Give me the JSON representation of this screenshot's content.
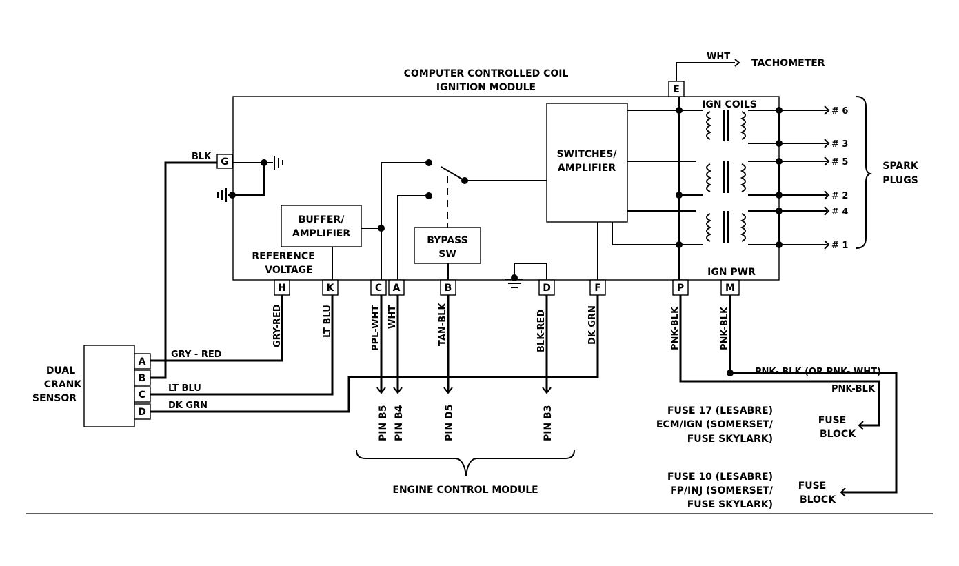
{
  "module": {
    "title_line1": "COMPUTER CONTROLLED COIL",
    "title_line2": "IGNITION MODULE",
    "buffer_line1": "BUFFER/",
    "buffer_line2": "AMPLIFIER",
    "bypass_line1": "BYPASS",
    "bypass_line2": "SW",
    "switches_line1": "SWITCHES/",
    "switches_line2": "AMPLIFIER",
    "ref_line1": "REFERENCE",
    "ref_line2": "VOLTAGE",
    "ign_coils": "IGN COILS",
    "ign_pwr": "IGN PWR"
  },
  "terminals": {
    "g": "G",
    "h": "H",
    "k": "K",
    "c": "C",
    "a": "A",
    "b": "B",
    "d": "D",
    "f": "F",
    "p": "P",
    "m": "M",
    "e": "E"
  },
  "wires": {
    "blk": "BLK",
    "wht": "WHT",
    "gry_red_v": "GRY-RED",
    "lt_blu_v": "LT BLU",
    "ppl_wht": "PPL-WHT",
    "wht_v": "WHT",
    "tan_blk": "TAN-BLK",
    "blk_red": "BLK-RED",
    "dk_grn_v": "DK GRN",
    "pnk_blk_p": "PNK-BLK",
    "pnk_blk_m": "PNK-BLK",
    "gry_red_h": "GRY - RED",
    "lt_blu_h": "LT BLU",
    "dk_grn_h": "DK GRN",
    "pnk_blk_or": "PNK- BLK (OR PNK- WHT)",
    "pnk_blk_2": "PNK-BLK"
  },
  "tachometer": "TACHOMETER",
  "plugs": [
    "# 6",
    "# 3",
    "# 5",
    "# 2",
    "# 4",
    "# 1"
  ],
  "spark_line1": "SPARK",
  "spark_line2": "PLUGS",
  "sensor": {
    "line1": "DUAL",
    "line2": "CRANK",
    "line3": "SENSOR",
    "pins": [
      "A",
      "B",
      "C",
      "D"
    ]
  },
  "pins": [
    "PIN B5",
    "PIN B4",
    "PIN D5",
    "PIN B3"
  ],
  "ecm": "ENGINE CONTROL MODULE",
  "fuse17": {
    "line1": "FUSE 17 (LESABRE)",
    "line2": "ECM/IGN (SOMERSET/",
    "line3": "FUSE SKYLARK)",
    "block1": "FUSE",
    "block2": "BLOCK"
  },
  "fuse10": {
    "line1": "FUSE 10 (LESABRE)",
    "line2": "FP/INJ (SOMERSET/",
    "line3": "FUSE SKYLARK)",
    "block1": "FUSE",
    "block2": "BLOCK"
  }
}
